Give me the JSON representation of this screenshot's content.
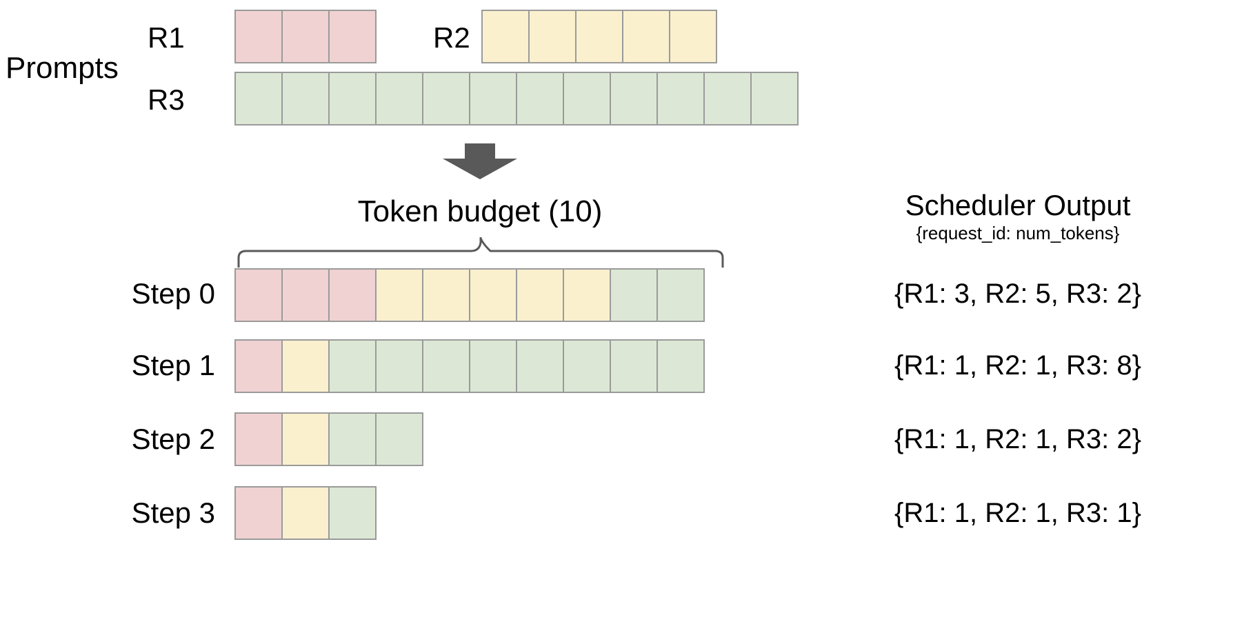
{
  "diagram": {
    "title_prompts": "Prompts",
    "token_budget_label": "Token  budget (10)",
    "token_budget_value": 10,
    "arrow_label": "down-arrow",
    "colors": {
      "r1": "#f0d2d2",
      "r2": "#faf0ce",
      "r3": "#dce8d5",
      "cell_border": "#9a9a9a",
      "arrow": "#595959",
      "brace": "#595959",
      "text": "#000000",
      "background": "#ffffff"
    }
  },
  "prompts": {
    "section_label": "Prompts",
    "requests": [
      {
        "id": "R1",
        "label": "R1",
        "tokens": 3,
        "color_key": "r1"
      },
      {
        "id": "R2",
        "label": "R2",
        "tokens": 5,
        "color_key": "r2"
      },
      {
        "id": "R3",
        "label": "R3",
        "tokens": 12,
        "color_key": "r3"
      }
    ]
  },
  "scheduler": {
    "title": "Scheduler Output",
    "subtitle": "{request_id: num_tokens}"
  },
  "steps": [
    {
      "label": "Step 0",
      "output": "{R1: 3, R2: 5, R3: 2}",
      "segments": [
        {
          "request": "R1",
          "count": 3,
          "color_key": "r1"
        },
        {
          "request": "R2",
          "count": 5,
          "color_key": "r2"
        },
        {
          "request": "R3",
          "count": 2,
          "color_key": "r3"
        }
      ],
      "total": 10
    },
    {
      "label": "Step 1",
      "output": "{R1: 1, R2: 1, R3: 8}",
      "segments": [
        {
          "request": "R1",
          "count": 1,
          "color_key": "r1"
        },
        {
          "request": "R2",
          "count": 1,
          "color_key": "r2"
        },
        {
          "request": "R3",
          "count": 8,
          "color_key": "r3"
        }
      ],
      "total": 10
    },
    {
      "label": "Step 2",
      "output": "{R1: 1, R2: 1, R3: 2}",
      "segments": [
        {
          "request": "R1",
          "count": 1,
          "color_key": "r1"
        },
        {
          "request": "R2",
          "count": 1,
          "color_key": "r2"
        },
        {
          "request": "R3",
          "count": 2,
          "color_key": "r3"
        }
      ],
      "total": 4
    },
    {
      "label": "Step 3",
      "output": "{R1: 1, R2: 1, R3: 1}",
      "segments": [
        {
          "request": "R1",
          "count": 1,
          "color_key": "r1"
        },
        {
          "request": "R2",
          "count": 1,
          "color_key": "r2"
        },
        {
          "request": "R3",
          "count": 1,
          "color_key": "r3"
        }
      ],
      "total": 3
    }
  ]
}
